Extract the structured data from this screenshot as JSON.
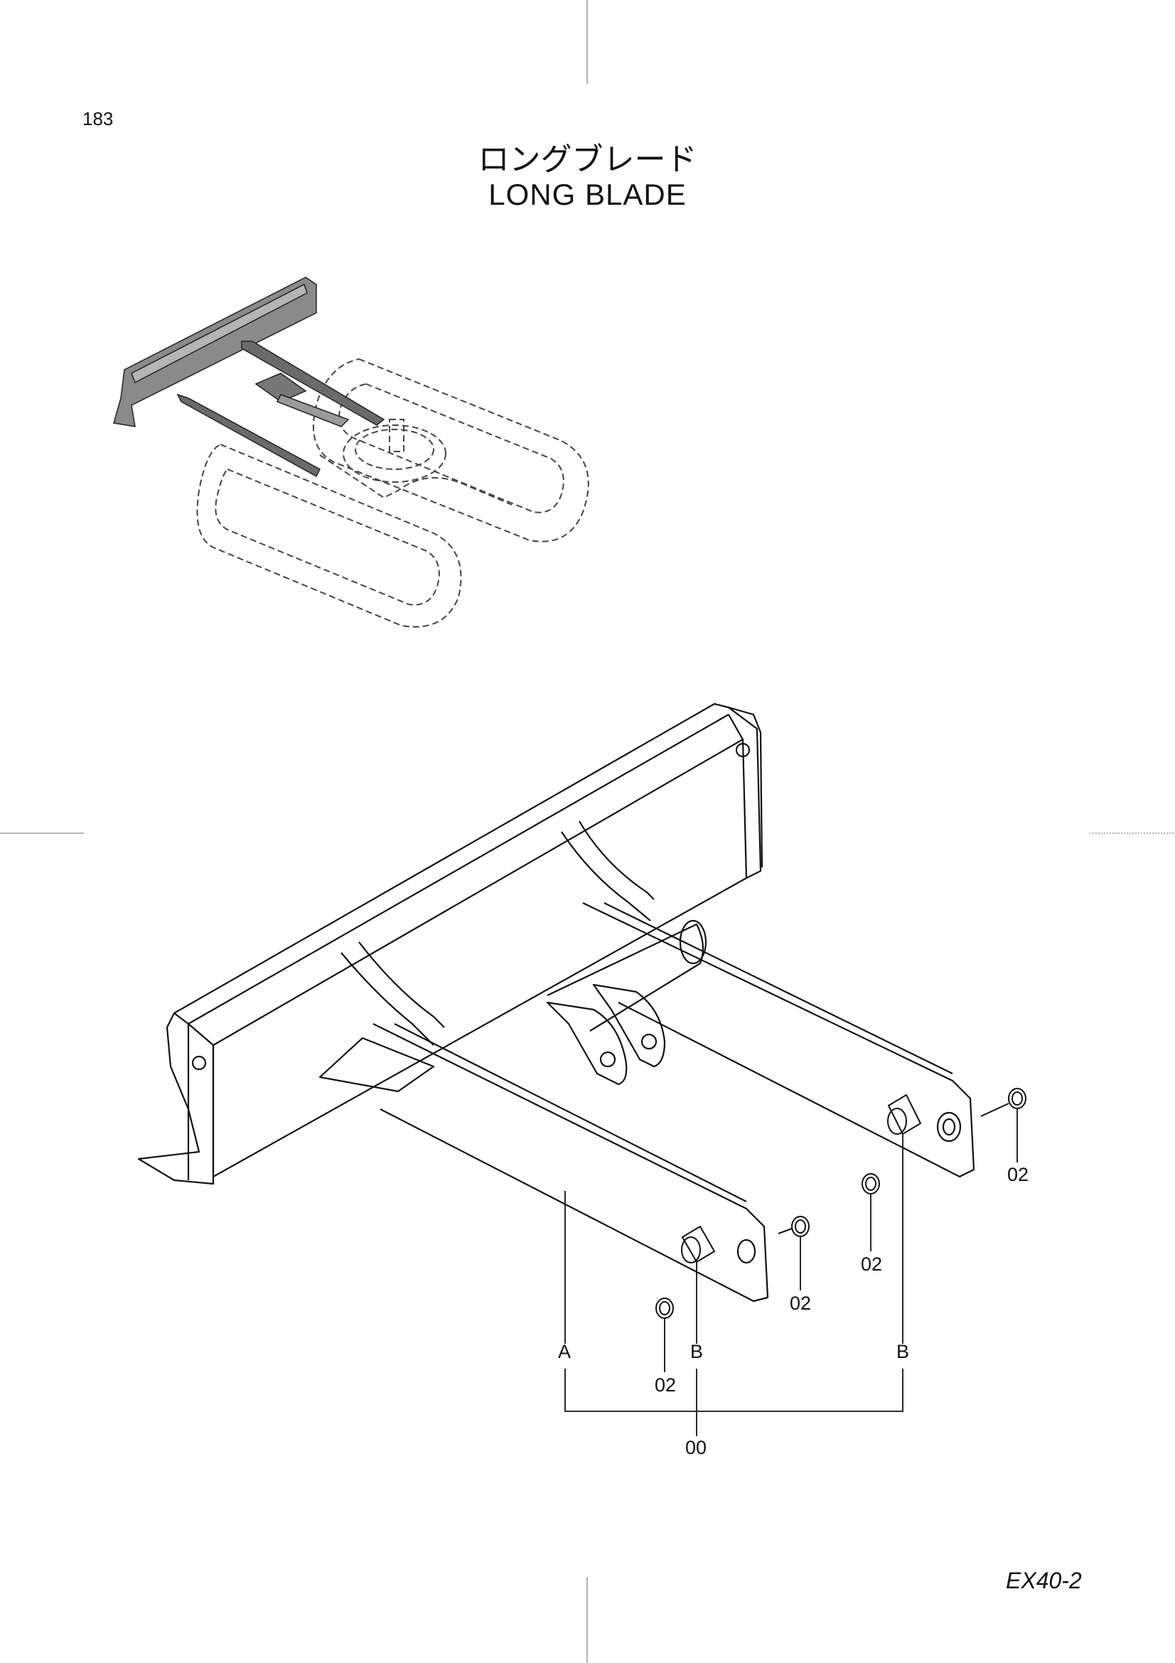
{
  "page": {
    "number": "183",
    "title_jp": "ロングブレード",
    "title_en": "LONG  BLADE",
    "model": "EX40-2"
  },
  "callouts": {
    "a": "A",
    "b1": "B",
    "b2": "B",
    "c1": "02",
    "c2": "02",
    "c3": "02",
    "c4": "02",
    "assembly": "00"
  }
}
